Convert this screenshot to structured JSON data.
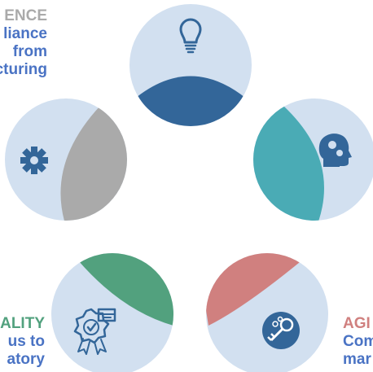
{
  "colors": {
    "bubble": "#d2e0f0",
    "excellence": "#aaaaaa",
    "innovation": "#336699",
    "digital": "#4aabb5",
    "quality": "#52a17e",
    "agility": "#d0807f",
    "text_blue": "#4a73c4",
    "icon": "#336699"
  },
  "cycle": [
    {
      "id": "innovation",
      "icon": "lightbulb-icon"
    },
    {
      "id": "digital",
      "icon": "head-gears-icon"
    },
    {
      "id": "agility",
      "icon": "key-icon"
    },
    {
      "id": "quality",
      "icon": "certificate-icon"
    },
    {
      "id": "excellence",
      "icon": "gear-icon"
    }
  ],
  "labels": {
    "excellence": {
      "heading": "ENCE",
      "lines": [
        "liance",
        "from",
        "cturing"
      ]
    },
    "quality": {
      "heading": "ALITY",
      "lines": [
        "us to",
        "atory"
      ]
    },
    "agility": {
      "heading": "AGI",
      "lines": [
        "Com",
        "mar"
      ]
    }
  }
}
